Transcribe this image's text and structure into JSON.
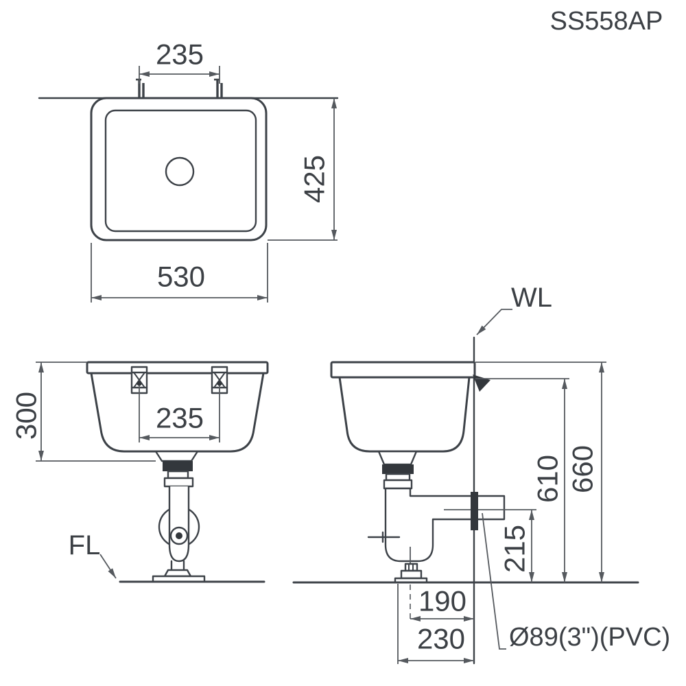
{
  "title": "SS558AP",
  "drawing": {
    "top_view": {
      "dim_hanger_spacing": "235",
      "dim_depth": "425",
      "dim_width": "530"
    },
    "front_view": {
      "dim_height": "300",
      "dim_hanger_spacing": "235",
      "floor_line_label": "FL"
    },
    "side_view": {
      "wall_line_label": "WL",
      "dim_rim_to_floor": "660",
      "dim_basin_top_to_floor": "610",
      "dim_outlet_to_floor": "215",
      "dim_trap_center_to_wall": "190",
      "dim_trap_edge_to_wall": "230",
      "drain_pipe_label": "Ø89(3\")(PVC)"
    }
  }
}
